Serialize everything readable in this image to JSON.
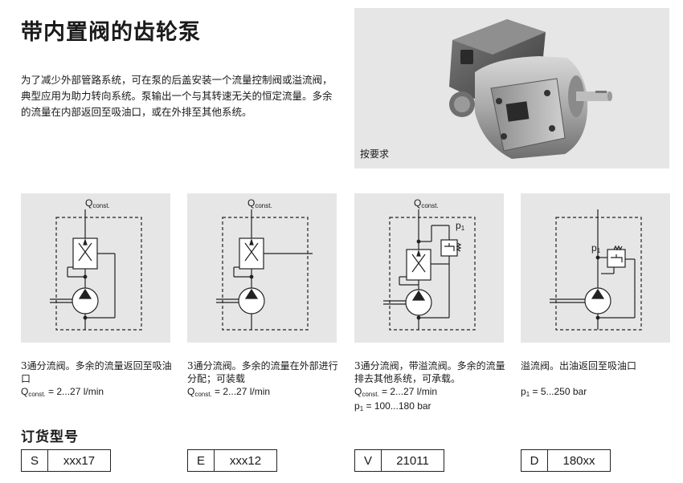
{
  "title": "带内置阀的齿轮泵",
  "intro": "为了减少外部管路系统，可在泵的后盖安装一个流量控制阀或溢流阀，典型应用为助力转向系统。泵输出一个与其转速无关的恒定流量。多余的流量在内部返回至吸油口，或在外排至其他系统。",
  "photo_caption": "按要求",
  "order_heading": "订货型号",
  "variants": [
    {
      "symbol_label": "Q",
      "symbol_sub": "const.",
      "description": "3通分流阀。多余的流量返回至吸油口",
      "formula_lines": [
        {
          "sym": "Q",
          "sub": "const.",
          "value": " = 2...27 l/min"
        }
      ],
      "code_key": "S",
      "code_value": "xxx17"
    },
    {
      "symbol_label": "Q",
      "symbol_sub": "const.",
      "description": "3通分流阀。多余的流量在外部进行分配；可装载",
      "formula_lines": [
        {
          "sym": "Q",
          "sub": "const.",
          "value": " = 2...27 l/min"
        }
      ],
      "code_key": "E",
      "code_value": "xxx12"
    },
    {
      "symbol_label": "Q",
      "symbol_sub": "const.",
      "p_label": "p",
      "p_sub": "1",
      "description": "3通分流阀，带溢流阀。多余的流量排去其他系统，可承载。",
      "formula_lines": [
        {
          "sym": "Q",
          "sub": "const.",
          "value": " = 2...27 l/min"
        },
        {
          "sym": "p",
          "sub": "1",
          "value": " = 100...180 bar"
        }
      ],
      "code_key": "V",
      "code_value": "21011"
    },
    {
      "p_label": "p",
      "p_sub": "1",
      "description": "溢流阀。出油返回至吸油口",
      "formula_lines": [
        {
          "sym": "p",
          "sub": "1",
          "value": " = 5...250 bar"
        }
      ],
      "code_key": "D",
      "code_value": "180xx"
    }
  ]
}
